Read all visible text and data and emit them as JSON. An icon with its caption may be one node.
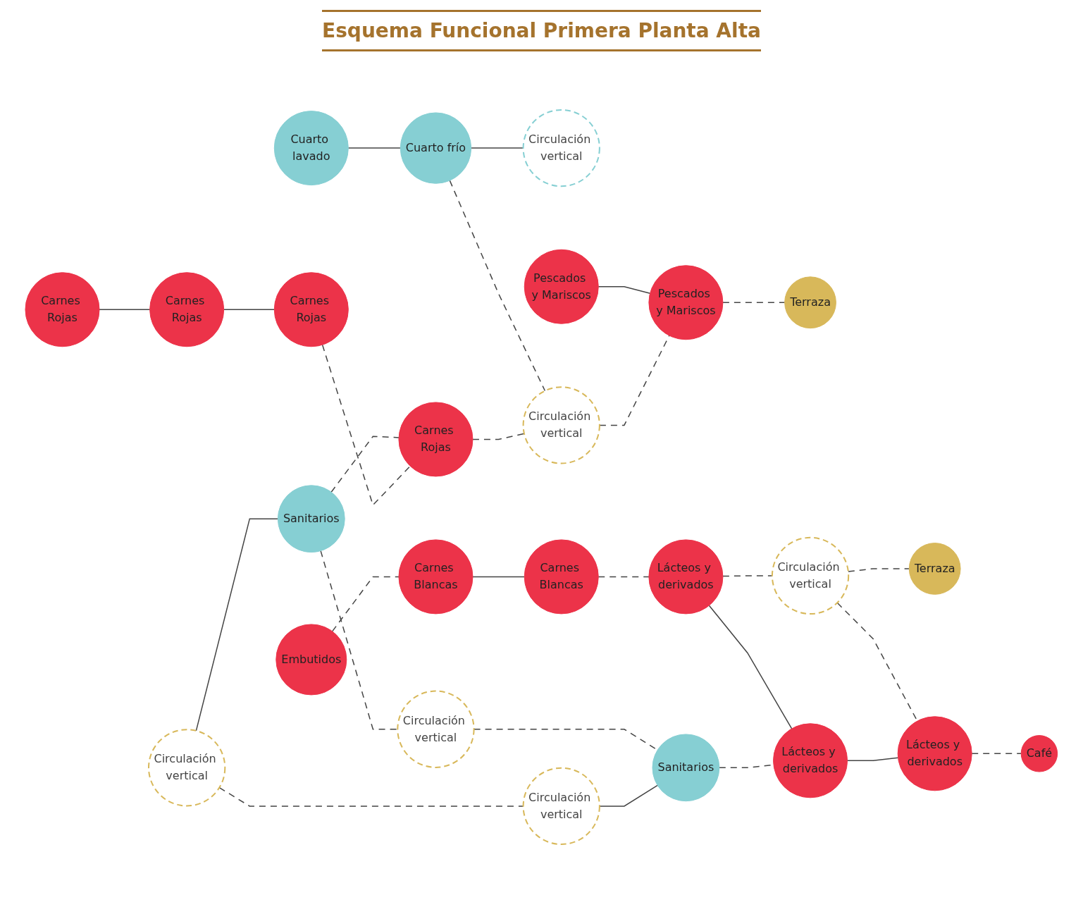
{
  "diagram": {
    "title": "Esquema Funcional Primera Planta Alta",
    "nodes": [
      {
        "text": [
          "Cuarto lavado"
        ]
      },
      {
        "text": [
          "Cuarto frío"
        ]
      },
      {
        "text": [
          "Circulación vertical"
        ]
      },
      {
        "text": [
          "Pescados y Mariscos"
        ]
      },
      {
        "text": [
          "Terraza"
        ]
      },
      {
        "text": [
          "Circulación vertical"
        ]
      },
      {
        "text": [
          "Sanitarios"
        ]
      },
      {
        "text": [
          "Carnes Rojas"
        ]
      },
      {
        "text": [
          "Circulación vertical"
        ]
      },
      {
        "text": [
          "Pescados y Mariscos"
        ]
      },
      {
        "text": [
          "Carnes Rojas"
        ]
      },
      {
        "text": [
          "Carnes Rojas"
        ]
      },
      {
        "text": [
          "Carnes Rojas"
        ]
      },
      {
        "text": [
          "Circulación vertical"
        ]
      },
      {
        "text": [
          "Embutidos"
        ]
      },
      {
        "text": [
          "Carnes Blancas"
        ]
      },
      {
        "text": [
          "Carnes Blancas"
        ]
      },
      {
        "text": [
          "Lácteos y derivados"
        ]
      },
      {
        "text": [
          "Circulación vertical"
        ]
      },
      {
        "text": [
          "Terraza"
        ]
      },
      {
        "text": [
          "Lácteos y derivados"
        ]
      },
      {
        "text": [
          "Lácteos y derivados"
        ]
      },
      {
        "text": [
          "Café"
        ]
      },
      {
        "text": [
          "Circulación vertical"
        ]
      },
      {
        "text": [
          "Sanitarios"
        ]
      }
    ],
    "edges": [
      {
        "from": 0,
        "to": 1,
        "arrow": "none"
      },
      {
        "from": 1,
        "to": 2,
        "arrow": "none"
      },
      {
        "from": 3,
        "to": 9,
        "arrow": "none"
      },
      {
        "from": 1,
        "to": 8,
        "arrow": "none",
        "style": "dashed"
      },
      {
        "from": 5,
        "to": 6,
        "arrow": "none"
      },
      {
        "from": 7,
        "to": 8,
        "arrow": "none",
        "style": "dashed"
      },
      {
        "from": 8,
        "to": 9,
        "arrow": "none",
        "style": "dashed"
      },
      {
        "from": 9,
        "to": 4,
        "arrow": "none",
        "style": "dashed"
      },
      {
        "from": 6,
        "to": 7,
        "arrow": "none",
        "style": "dashed"
      },
      {
        "from": 10,
        "to": 11,
        "arrow": "none"
      },
      {
        "from": 11,
        "to": 12,
        "arrow": "none"
      },
      {
        "from": 12,
        "to": 7,
        "arrow": "none",
        "style": "dashed"
      },
      {
        "from": 6,
        "to": 13,
        "arrow": "none",
        "style": "dashed"
      },
      {
        "from": 5,
        "to": 23,
        "arrow": "none",
        "style": "dashed"
      },
      {
        "from": 13,
        "to": 24,
        "arrow": "none",
        "style": "dashed"
      },
      {
        "from": 14,
        "to": 15,
        "arrow": "none",
        "style": "dashed"
      },
      {
        "from": 15,
        "to": 16,
        "arrow": "none"
      },
      {
        "from": 16,
        "to": 17,
        "arrow": "none",
        "style": "dashed"
      },
      {
        "from": 17,
        "to": 18,
        "arrow": "none",
        "style": "dashed"
      },
      {
        "from": 18,
        "to": 19,
        "arrow": "none",
        "style": "dashed"
      },
      {
        "from": 17,
        "to": 20,
        "arrow": "none"
      },
      {
        "from": 18,
        "to": 21,
        "arrow": "none",
        "style": "dashed"
      },
      {
        "from": 20,
        "to": 21,
        "arrow": "none"
      },
      {
        "from": 23,
        "to": 24,
        "arrow": "none"
      },
      {
        "from": 24,
        "to": 20,
        "arrow": "none",
        "style": "dashed"
      },
      {
        "from": 21,
        "to": 22,
        "arrow": "none",
        "style": "dashed"
      }
    ]
  }
}
